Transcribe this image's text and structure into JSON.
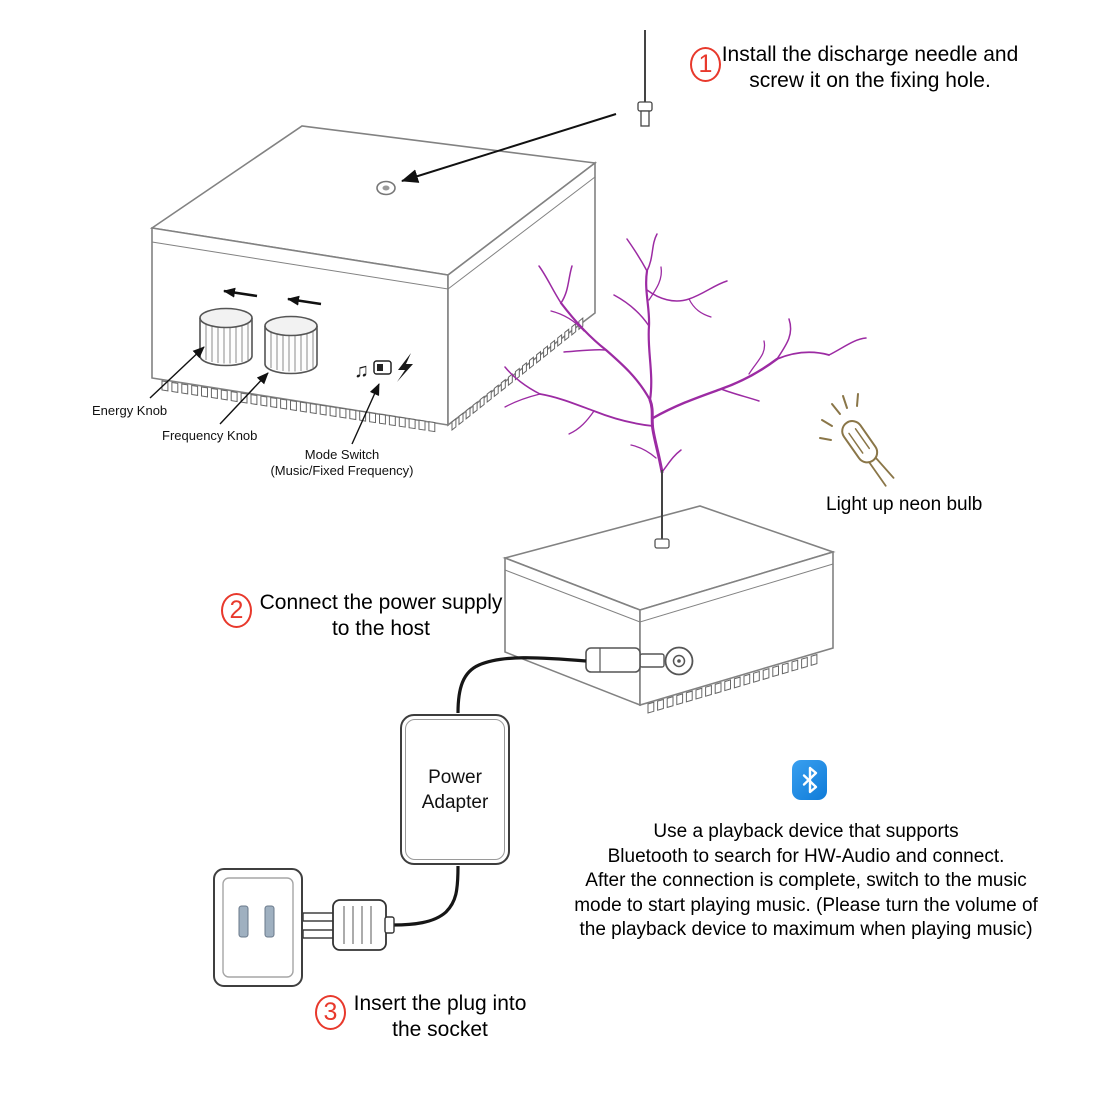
{
  "steps": {
    "one": {
      "number": "1",
      "line1": "Install the discharge needle and",
      "line2": "screw it on the fixing hole."
    },
    "two": {
      "number": "2",
      "line1": "Connect the power supply",
      "line2": "to the host"
    },
    "three": {
      "number": "3",
      "line1": "Insert the plug into",
      "line2": "the socket"
    }
  },
  "labels": {
    "energy_knob": "Energy Knob",
    "frequency_knob": "Frequency Knob",
    "mode_switch_line1": "Mode Switch",
    "mode_switch_line2": "(Music/Fixed Frequency)",
    "neon_bulb": "Light up neon bulb"
  },
  "adapter": {
    "line1": "Power",
    "line2": "Adapter"
  },
  "icons": {
    "music_note": "♫"
  },
  "bluetooth_note": {
    "lines": [
      "Use a playback device that supports",
      "Bluetooth to search for HW-Audio and connect.",
      "After the connection is complete, switch to the music",
      "mode to start playing music. (Please turn the volume of",
      "the playback device to maximum when playing music)"
    ]
  },
  "colors": {
    "step_red": "#e8392c",
    "plasma_purple": "#9c2ba3",
    "bluetooth_blue": "#1a8ce8",
    "neon_tan": "#8a7648"
  }
}
